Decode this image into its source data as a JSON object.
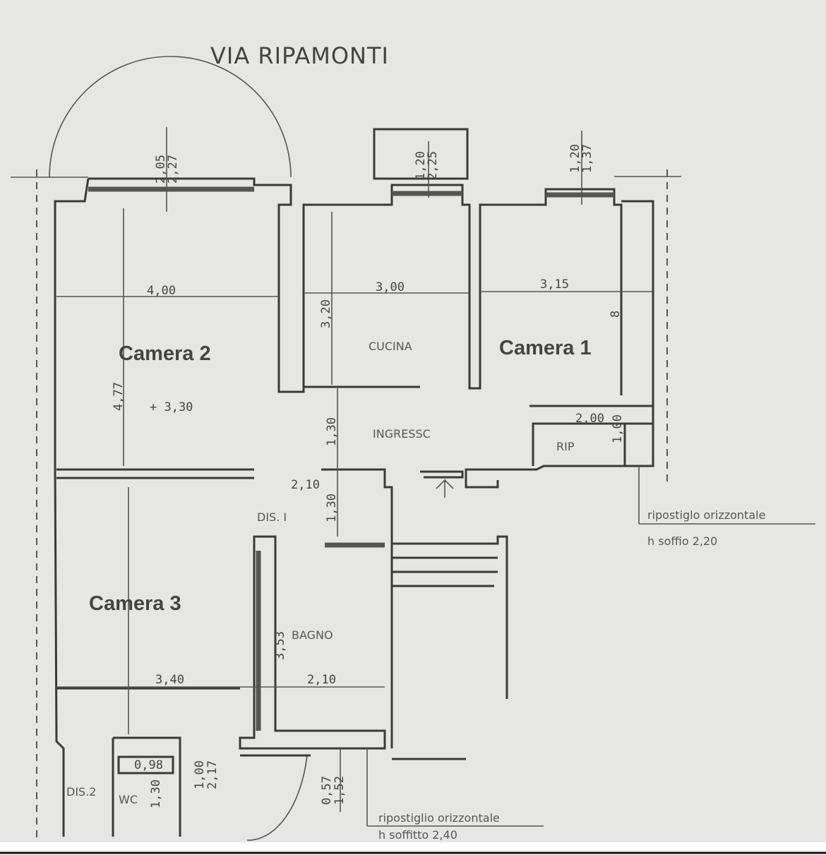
{
  "title": "VIA RIPAMONTI",
  "rooms": {
    "camera2": "Camera 2",
    "camera1": "Camera 1",
    "camera3": "Camera 3",
    "cucina": "CUCINA",
    "ingresso": "INGRESSC",
    "rip": "RIP",
    "dis1": "DIS. I",
    "bagno": "BAGNO",
    "dis2": "DIS.2",
    "wc": "WC"
  },
  "dimensions": {
    "win_cam2_a": "2,05",
    "win_cam2_b": "2,27",
    "win_cuc_a": "1,20",
    "win_cuc_b": "2,25",
    "win_cam1_a": "1,20",
    "win_cam1_b": "1,37",
    "cam2_w": "4,00",
    "cuc_w": "3,00",
    "cam1_w": "3,15",
    "cuc_h": "3,20",
    "cam1_h": "8",
    "cam2_h": "4,77",
    "cam2_height": "+ 3,30",
    "ingr_h": "1,30",
    "rip_w": "2,00",
    "rip_h": "1,00",
    "dis_w": "2,10",
    "dis_h": "1,30",
    "bagno_h": "3,53",
    "cam3_w": "3,40",
    "bagno_w": "2,10",
    "wc_w": "0,98",
    "wc_h": "1,30",
    "win_wc_a": "1,00",
    "win_wc_b": "2,17",
    "win_b_a": "0,57",
    "win_b_b": "1,52"
  },
  "notes": {
    "rip1_line1": "ripostiglo orizzontale",
    "rip1_line2": "h soffio 2,20",
    "rip2_line1": "ripostiglio orizzontale",
    "rip2_line2": "h soffitto 2,40"
  }
}
